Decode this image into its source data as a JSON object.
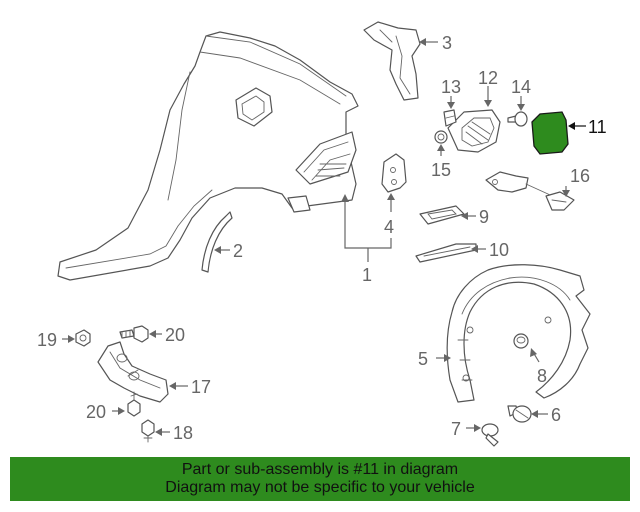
{
  "callouts": [
    "1",
    "2",
    "3",
    "4",
    "5",
    "6",
    "7",
    "8",
    "9",
    "10",
    "11",
    "12",
    "13",
    "14",
    "15",
    "16",
    "17",
    "18",
    "19",
    "20",
    "20"
  ],
  "highlighted_part": "11",
  "colors": {
    "highlight": "#2e8b1e",
    "banner": "#2e8b1e",
    "line": "#555555"
  },
  "banner": {
    "line1": "Part or sub-assembly is #11 in diagram",
    "line2": "Diagram may not be specific to your vehicle"
  }
}
